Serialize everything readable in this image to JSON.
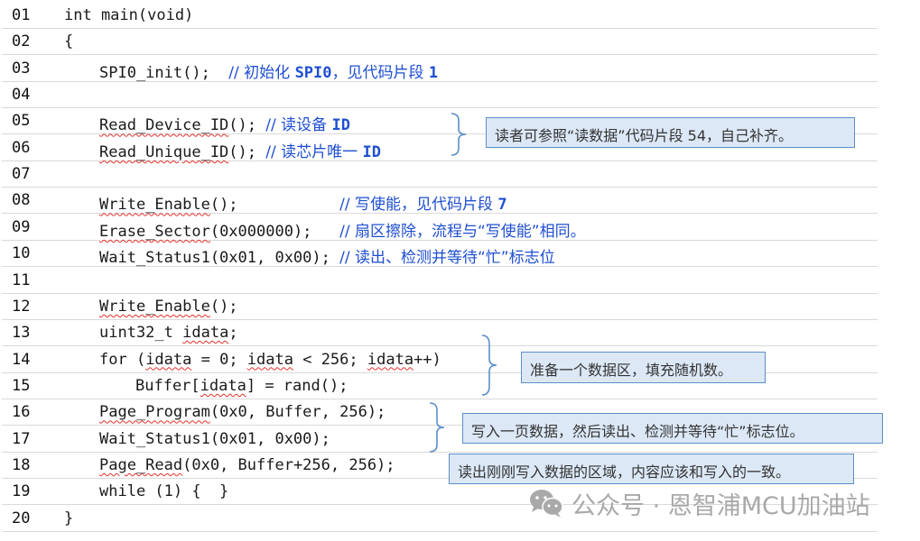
{
  "code": {
    "lines": [
      {
        "no": "01",
        "indent": 0,
        "parts": [
          {
            "t": "int main(void)"
          }
        ]
      },
      {
        "no": "02",
        "indent": 0,
        "parts": [
          {
            "t": "{"
          }
        ]
      },
      {
        "no": "03",
        "indent": 1,
        "parts": [
          {
            "t": "SPI0_init();  "
          },
          {
            "t": "// 初始化 ",
            "c": true
          },
          {
            "t": "SPI0",
            "c": true,
            "m": true
          },
          {
            "t": "，见代码片段 ",
            "c": true
          },
          {
            "t": "1",
            "c": true,
            "m": true
          }
        ]
      },
      {
        "no": "04",
        "indent": 1,
        "parts": []
      },
      {
        "no": "05",
        "indent": 1,
        "parts": [
          {
            "t": "Read_Device_ID",
            "s": true
          },
          {
            "t": "(); "
          },
          {
            "t": "// 读设备 ",
            "c": true
          },
          {
            "t": "ID",
            "c": true,
            "m": true
          }
        ]
      },
      {
        "no": "06",
        "indent": 1,
        "parts": [
          {
            "t": "Read_Unique_ID",
            "s": true
          },
          {
            "t": "(); "
          },
          {
            "t": "// 读芯片唯一 ",
            "c": true
          },
          {
            "t": "ID",
            "c": true,
            "m": true
          }
        ]
      },
      {
        "no": "07",
        "indent": 1,
        "parts": []
      },
      {
        "no": "08",
        "indent": 1,
        "parts": [
          {
            "t": "Write_Enable",
            "s": true
          },
          {
            "t": "();           "
          },
          {
            "t": "// 写使能，见代码片段 ",
            "c": true
          },
          {
            "t": "7",
            "c": true,
            "m": true
          }
        ]
      },
      {
        "no": "09",
        "indent": 1,
        "parts": [
          {
            "t": "Erase_Sector",
            "s": true
          },
          {
            "t": "(0x000000);   "
          },
          {
            "t": "// 扇区擦除，流程与“写使能”相同。",
            "c": true
          }
        ]
      },
      {
        "no": "10",
        "indent": 1,
        "parts": [
          {
            "t": "Wait_Status1(0x01, 0x00); "
          },
          {
            "t": "// 读出、检测并等待“忙”标志位",
            "c": true
          }
        ]
      },
      {
        "no": "11",
        "indent": 1,
        "parts": []
      },
      {
        "no": "12",
        "indent": 1,
        "parts": [
          {
            "t": "Write_Enable",
            "s": true
          },
          {
            "t": "();"
          }
        ]
      },
      {
        "no": "13",
        "indent": 1,
        "parts": [
          {
            "t": "uint32_t "
          },
          {
            "t": "idata",
            "s": true
          },
          {
            "t": ";"
          }
        ]
      },
      {
        "no": "14",
        "indent": 1,
        "parts": [
          {
            "t": "for ("
          },
          {
            "t": "idata",
            "s": true
          },
          {
            "t": " = 0; "
          },
          {
            "t": "idata",
            "s": true
          },
          {
            "t": " < 256; "
          },
          {
            "t": "idata",
            "s": true
          },
          {
            "t": "++)"
          }
        ]
      },
      {
        "no": "15",
        "indent": 2,
        "parts": [
          {
            "t": "Buffer["
          },
          {
            "t": "idata",
            "s": true
          },
          {
            "t": "] = rand();"
          }
        ]
      },
      {
        "no": "16",
        "indent": 1,
        "parts": [
          {
            "t": "Page_Program",
            "s": true
          },
          {
            "t": "(0x0, Buffer, 256);"
          }
        ]
      },
      {
        "no": "17",
        "indent": 1,
        "parts": [
          {
            "t": "Wait_Status1(0x01, 0x00);"
          }
        ]
      },
      {
        "no": "18",
        "indent": 1,
        "parts": [
          {
            "t": "Page_Read",
            "s": true
          },
          {
            "t": "(0x0, Buffer+256, 256);"
          }
        ]
      },
      {
        "no": "19",
        "indent": 1,
        "parts": [
          {
            "t": "while (1) {  }"
          }
        ]
      },
      {
        "no": "20",
        "indent": 0,
        "parts": [
          {
            "t": "}"
          }
        ]
      }
    ]
  },
  "callouts": [
    {
      "text": "读者可参照“读数据”代码片段 54，自己补齐。"
    },
    {
      "text": "准备一个数据区，填充随机数。"
    },
    {
      "text": "写入一页数据，然后读出、检测并等待“忙”标志位。"
    },
    {
      "text": "读出刚刚写入数据的区域，内容应该和写入的一致。"
    }
  ],
  "watermark": {
    "icon": "wechat-icon",
    "text": "公众号 · 恩智浦MCU加油站"
  },
  "colors": {
    "comment": "#1f4fd1",
    "callout_bg": "#dce8f6",
    "callout_border": "#5b8ec8",
    "brace": "#5b8ec8",
    "row_line": "#d9d9d9",
    "squiggle": "#e0322c"
  }
}
